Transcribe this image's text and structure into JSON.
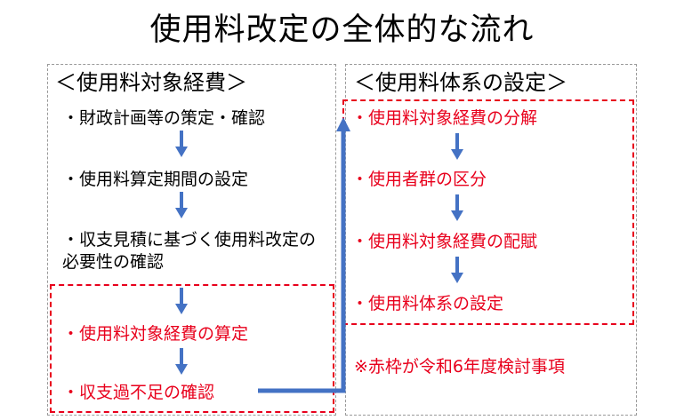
{
  "title": "使用料改定の全体的な流れ",
  "left_panel": {
    "heading": "＜使用料対象経費＞",
    "items": [
      "・財政計画等の策定・確認",
      "・使用料算定期間の設定",
      "・収支見積に基づく使用料改定の必要性の確認",
      "・使用料対象経費の算定",
      "・収支過不足の確認"
    ]
  },
  "right_panel": {
    "heading": "＜使用料体系の設定＞",
    "items": [
      "・使用料対象経費の分解",
      "・使用者群の区分",
      "・使用料対象経費の配賦",
      "・使用料体系の設定"
    ]
  },
  "note": "※赤枠が令和6年度検討事項",
  "colors": {
    "red": "#e8001c",
    "arrow_blue": "#4472c4",
    "border_gray": "#9a9a9a"
  }
}
